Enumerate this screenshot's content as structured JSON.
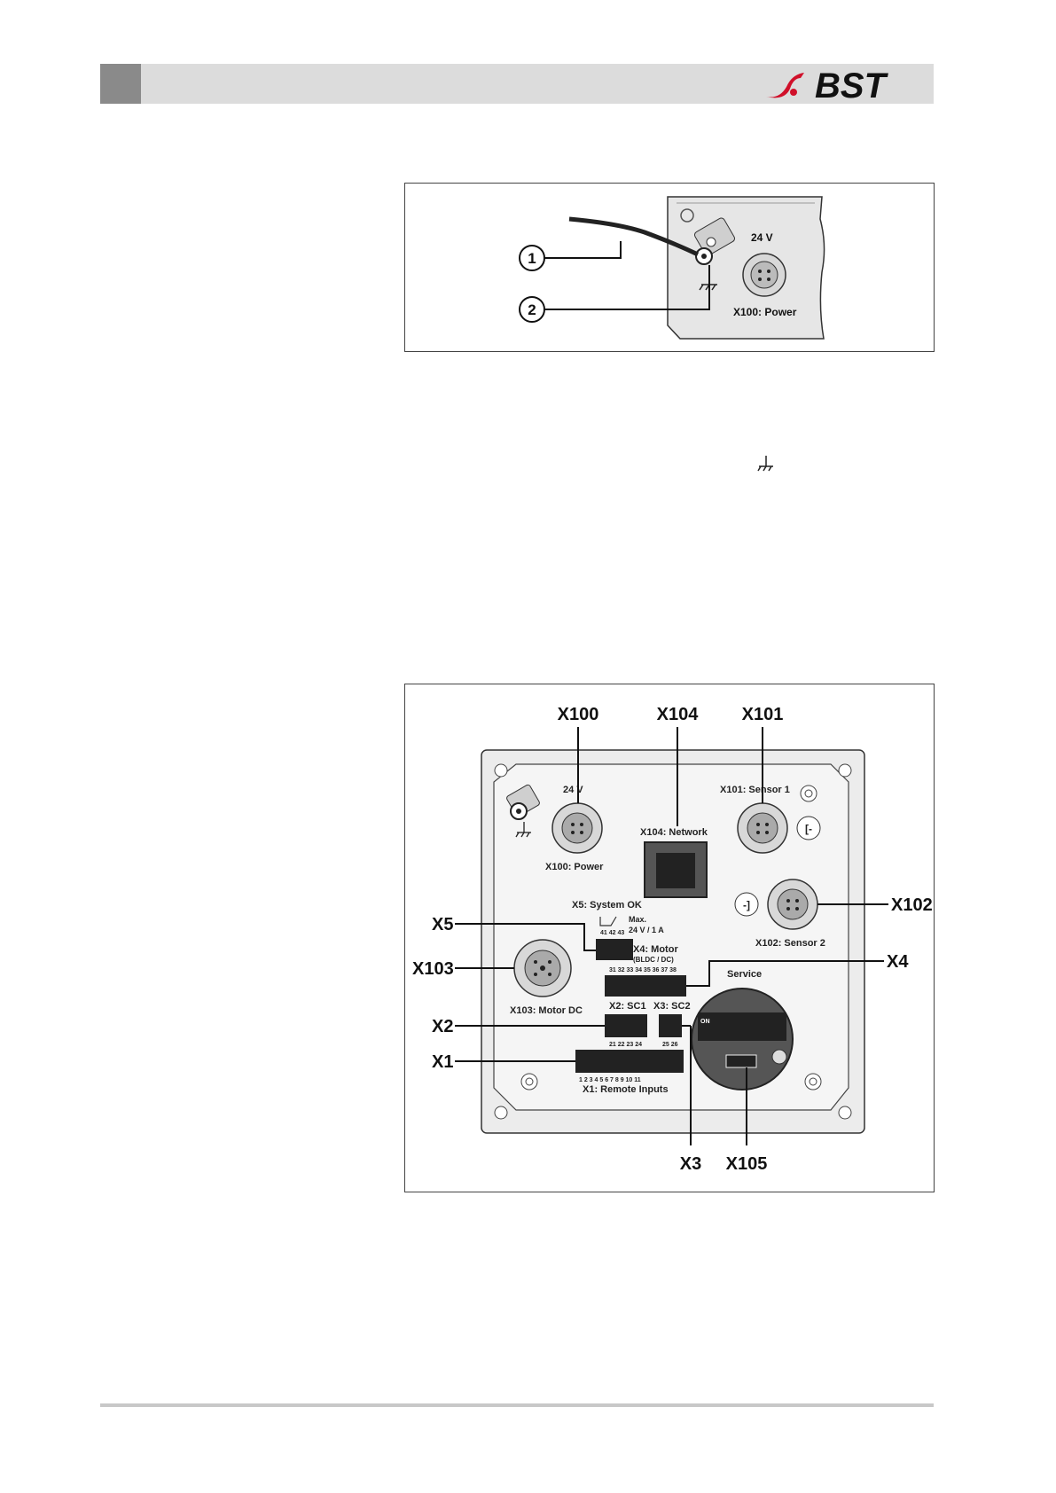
{
  "header": {
    "logo_text": "BST",
    "colors": {
      "bar": "#dcdcdc",
      "square": "#8a8a8a",
      "logo_red": "#d0102a",
      "logo_dark": "#111111"
    }
  },
  "figure1": {
    "callouts": [
      "1",
      "2"
    ],
    "voltage_label": "24 V",
    "connector_label": "X100: Power"
  },
  "inline_ground_icon": "ground-icon",
  "figure2": {
    "callouts": {
      "x100": "X100",
      "x104": "X104",
      "x101": "X101",
      "x102": "X102",
      "x5": "X5",
      "x103": "X103",
      "x4": "X4",
      "x2": "X2",
      "x1": "X1",
      "x3": "X3",
      "x105": "X105"
    },
    "device": {
      "voltage_label": "24 V",
      "power_label": "X100: Power",
      "network_label": "X104: Network",
      "sensor1_label": "X101: Sensor 1",
      "sensor2_label": "X102: Sensor 2",
      "system_ok_label": "X5: System OK",
      "system_ok_pins": "41 42 43",
      "max_label": "Max.",
      "max_rating": "24 V / 1 A",
      "motor_label": "X4: Motor",
      "motor_sub": "(BLDC / DC)",
      "motor_pins": "31 32 33 34 35 36 37 38",
      "motor_dc_label": "X103: Motor DC",
      "sc1_label": "X2: SC1",
      "sc1_pins": "21 22 23 24",
      "sc2_label": "X3: SC2",
      "sc2_pins": "25 26",
      "service_label": "Service",
      "dip_on": "ON",
      "remote_pins": "1  2  3  4  5  6  7  8  9  10  11",
      "remote_label": "X1: Remote Inputs"
    }
  }
}
